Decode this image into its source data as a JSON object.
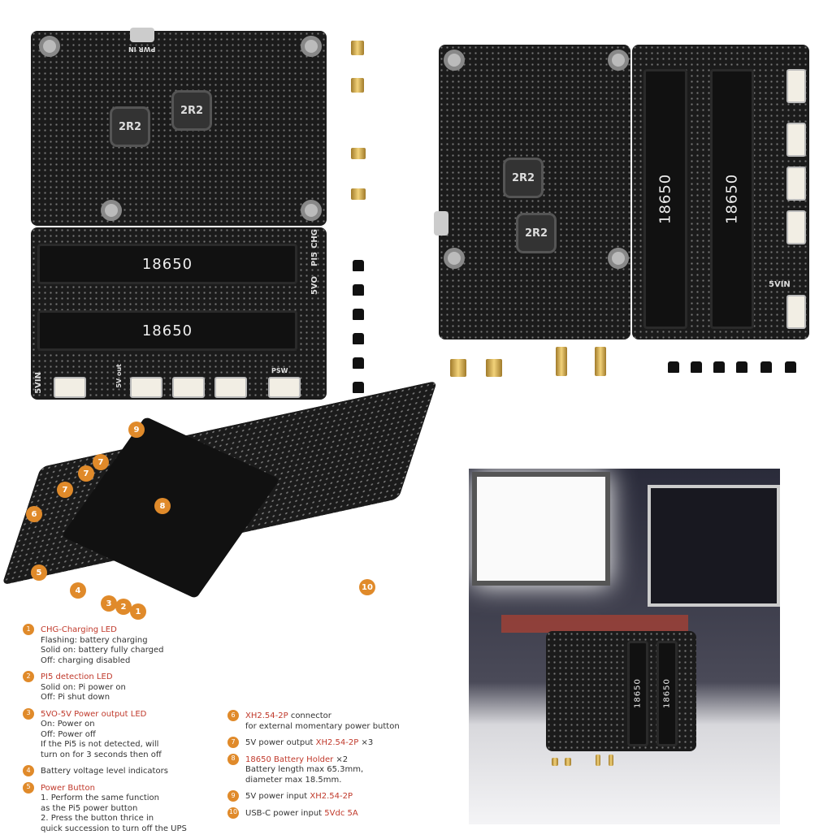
{
  "board_labels": {
    "battery": "18650",
    "inductor": "2R2",
    "vin": "5VIN",
    "chg": "CHG",
    "pi5": "PI5",
    "svo": "5VO",
    "psw": "PSW",
    "out": "5V out",
    "pwr": "PWR IN"
  },
  "callouts": [
    "1",
    "2",
    "3",
    "4",
    "5",
    "6",
    "7",
    "8",
    "9",
    "10"
  ],
  "legend": [
    {
      "num": "1",
      "title": "CHG-Charging LED",
      "lines": [
        "Flashing: battery charging",
        "Solid on: battery fully charged",
        "Off: charging disabled"
      ]
    },
    {
      "num": "2",
      "title": "PI5 detection LED",
      "lines": [
        "Solid on: Pi power on",
        "Off: Pi shut down"
      ]
    },
    {
      "num": "3",
      "title": "5VO-5V Power output LED",
      "lines": [
        "On: Power on",
        "Off: Power off",
        "If the Pi5 is not detected, will",
        "turn on for 3 seconds then off"
      ]
    },
    {
      "num": "4",
      "prefix": "Battery voltage level indicators"
    },
    {
      "num": "5",
      "title": "Power Button",
      "lines": [
        "1. Perform the same function",
        "as the Pi5 power button",
        "2. Press the button thrice in",
        "quick succession to turn off the UPS"
      ]
    },
    {
      "num": "6",
      "title": "XH2.54-2P",
      "suffix": " connector",
      "lines": [
        "for external momentary power button"
      ]
    },
    {
      "num": "7",
      "prefix": "5V power output ",
      "title": "XH2.54-2P",
      "suffix": " ×3"
    },
    {
      "num": "8",
      "title": "18650 Battery Holder",
      "suffix": " ×2",
      "lines": [
        "Battery length max 65.3mm,",
        "diameter max 18.5mm."
      ]
    },
    {
      "num": "9",
      "prefix": "5V power input ",
      "title": "XH2.54-2P"
    },
    {
      "num": "10",
      "prefix": "USB-C power input ",
      "title": "5Vdc 5A"
    }
  ],
  "colors": {
    "accent": "#c0392b",
    "badge": "#e08a2a",
    "pcb": "#1b1b1b"
  }
}
